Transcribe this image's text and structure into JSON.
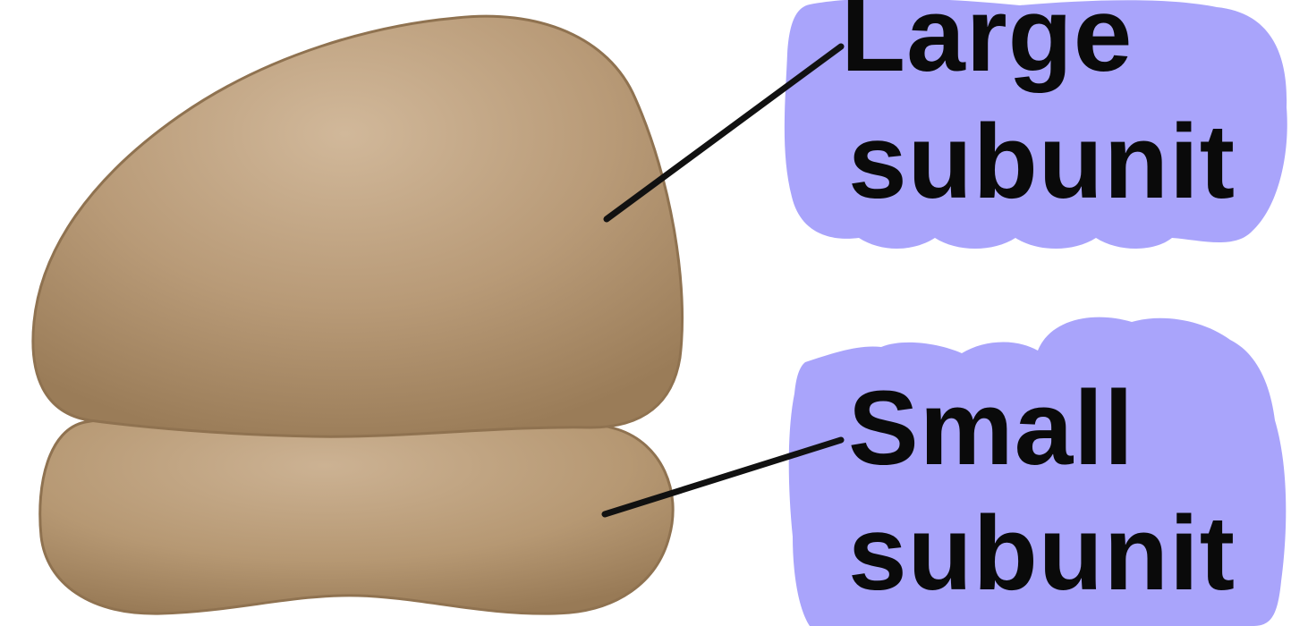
{
  "labels": {
    "large_line1": "Large",
    "large_line2": "subunit",
    "small_line1": "Small",
    "small_line2": "subunit"
  },
  "colors": {
    "background": "#ffffff",
    "subunit_fill": "#b89a77",
    "subunit_outline": "#8f7250",
    "label_bubble": "#a9a4fb",
    "leader_line": "#111111",
    "text": "#0a0a0a"
  }
}
